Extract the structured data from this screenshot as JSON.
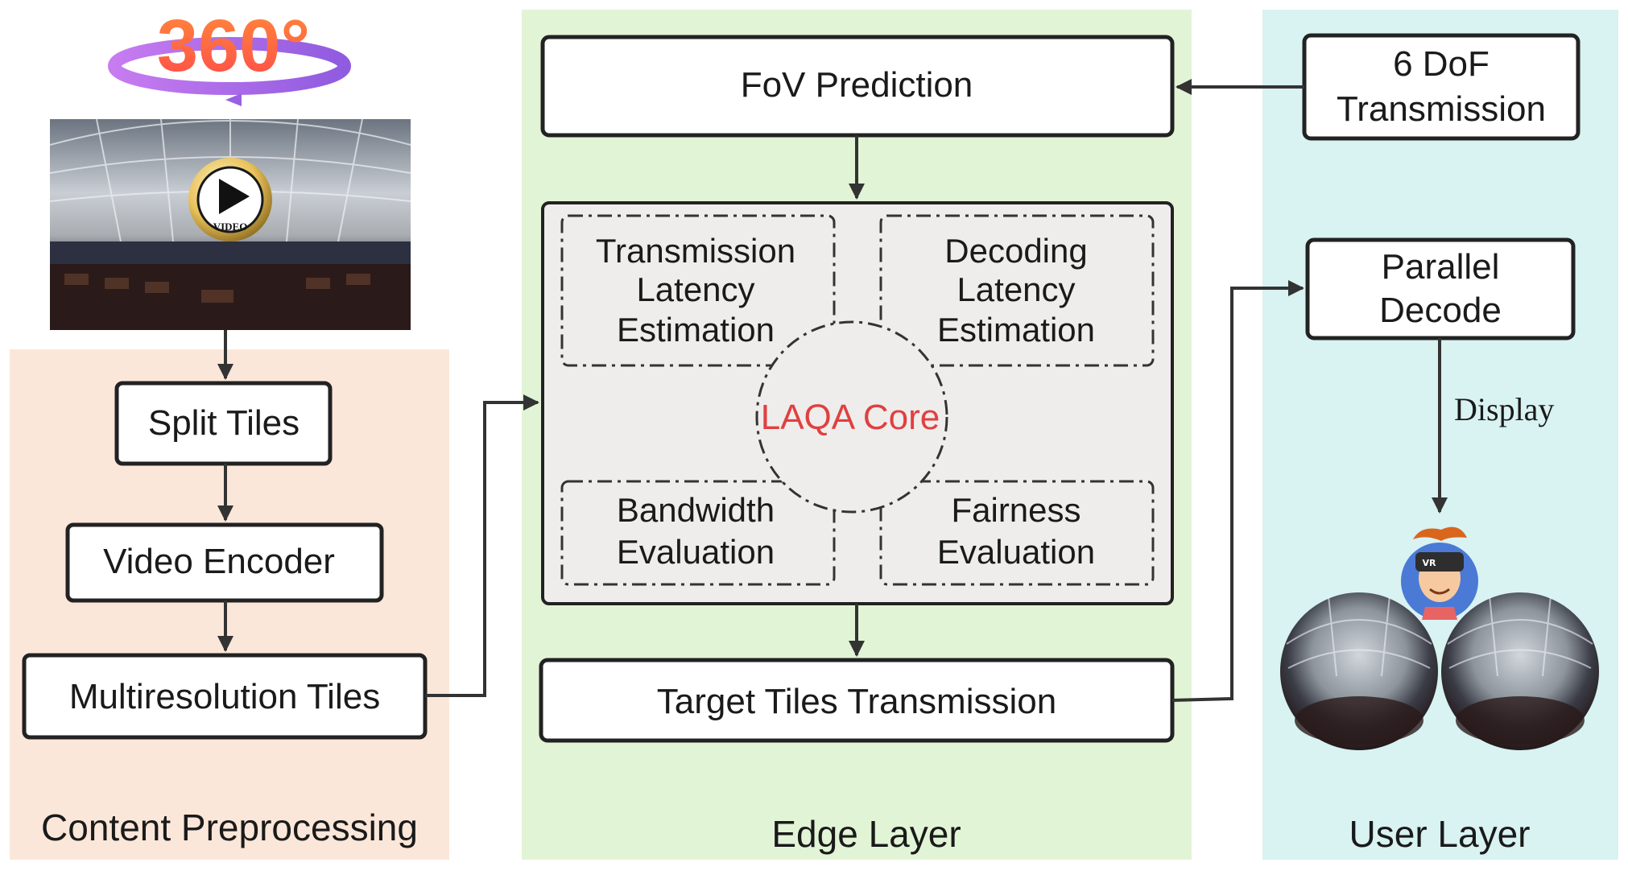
{
  "regions": {
    "content": {
      "label": "Content Preprocessing",
      "color": "#fbe7d9"
    },
    "edge": {
      "label": "Edge Layer",
      "color": "#e2f4d6"
    },
    "user": {
      "label": "User Layer",
      "color": "#d9f2f2"
    }
  },
  "logo": {
    "text": "360°"
  },
  "video_thumb": {
    "badge": "VIDEO"
  },
  "boxes": {
    "split_tiles": "Split Tiles",
    "video_encoder": "Video Encoder",
    "multires_tiles": "Multiresolution Tiles",
    "fov_prediction": "FoV Prediction",
    "target_tiles": "Target Tiles Transmission",
    "dof_line1": "6 DoF",
    "dof_line2": "Transmission",
    "parallel_line1": "Parallel",
    "parallel_line2": "Decode"
  },
  "core": {
    "label": "LAQA Core",
    "label_color": "#e04040",
    "panel_color": "#efedec",
    "transmission_latency": [
      "Transmission",
      "Latency",
      "Estimation"
    ],
    "decoding_latency": [
      "Decoding",
      "Latency",
      "Estimation"
    ],
    "bandwidth": [
      "Bandwidth",
      "Evaluation"
    ],
    "fairness": [
      "Fairness",
      "Evaluation"
    ]
  },
  "display_label": "Display",
  "headset": {
    "badge": "VR"
  }
}
